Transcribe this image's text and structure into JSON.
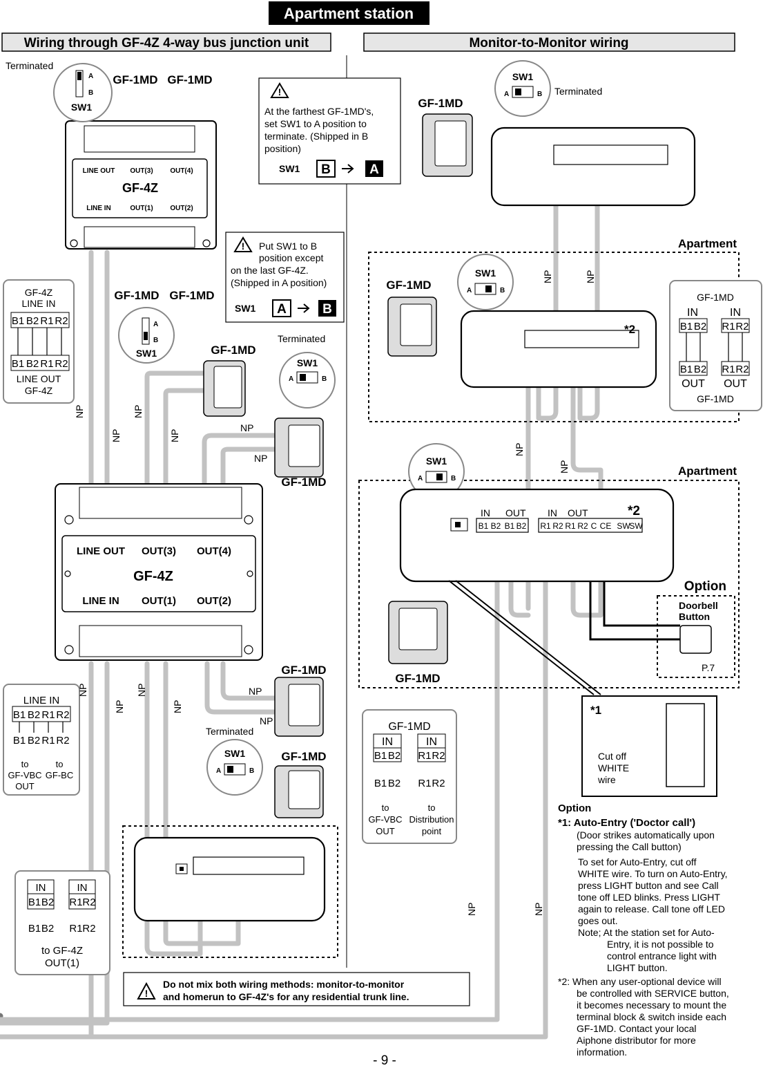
{
  "page_title": "Apartment station",
  "page_number": "- 9 -",
  "left_section": {
    "title": "Wiring through GF-4Z 4-way bus junction unit",
    "unit_name": "GF-4Z",
    "line_out": "LINE OUT",
    "line_in": "LINE IN",
    "out1": "OUT(1)",
    "out2": "OUT(2)",
    "out3": "OUT(3)",
    "out4": "OUT(4)",
    "terminated": "Terminated",
    "monitor": "GF-1MD",
    "np": "NP",
    "sw1": "SW1",
    "sw_a": "A",
    "sw_b": "B",
    "note_farthest": [
      "At the farthest GF-1MD's,",
      "set SW1 to A position to",
      "terminate. (Shipped in B",
      "position)"
    ],
    "note_put_sw1": [
      "Put SW1 to B",
      "position except",
      "on the last GF-4Z.",
      "(Shipped in A position)"
    ],
    "inset_gf4z_top": "GF-4Z",
    "inset_line_in": "LINE IN",
    "inset_line_out": "LINE OUT",
    "inset_gf4z_bottom": "GF-4Z",
    "terms": [
      "B1",
      "B2",
      "R1",
      "R2"
    ],
    "inset_to_vbc": [
      "to",
      "GF-VBC",
      "OUT"
    ],
    "inset_to_bc": [
      "to",
      "GF-BC"
    ],
    "in_label": "IN",
    "inset_to_gf4z": [
      "to GF-4Z",
      "OUT(1)"
    ],
    "warning": [
      "Do not mix both wiring methods: monitor-to-monitor",
      "and homerun to GF-4Z's for any residential trunk line."
    ]
  },
  "right_section": {
    "title": "Monitor-to-Monitor wiring",
    "apartment": "Apartment",
    "option": "Option",
    "doorbell": [
      "Doorbell",
      "Button"
    ],
    "page_ref": "P.7",
    "star2": "*2",
    "star1": "*1",
    "cut_off": [
      "Cut off",
      "WHITE",
      "wire"
    ],
    "in_label": "IN",
    "out_label": "OUT",
    "inset_to_vbc": [
      "to",
      "GF-VBC",
      "OUT"
    ],
    "inset_to_dist": [
      "to",
      "Distribution",
      "point"
    ],
    "panel_terms": [
      "B1",
      "B2",
      "B1",
      "B2",
      "R1",
      "R2",
      "R1",
      "R2",
      "C",
      "CE",
      "SW",
      "SW"
    ]
  },
  "notes": {
    "option_title": "Option",
    "n1_title": "*1: Auto-Entry ('Doctor call')",
    "n1_lines": [
      "(Door strikes automatically upon",
      "pressing the Call button)",
      "To set for Auto-Entry, cut off",
      "WHITE wire. To turn on Auto-Entry,",
      "press LIGHT button and see Call",
      "tone off LED blinks. Press LIGHT",
      "again to release. Call tone off LED",
      "goes out.",
      "Note; At the station set for Auto-",
      "Entry, it is not possible to",
      "control entrance light with",
      "LIGHT button."
    ],
    "n2_lines": [
      "*2: When any user-optional device will",
      "be controlled with SERVICE button,",
      "it becomes necessary to mount the",
      "terminal block & switch inside each",
      "GF-1MD. Contact your local",
      "Aiphone distributor for more",
      "information."
    ]
  }
}
